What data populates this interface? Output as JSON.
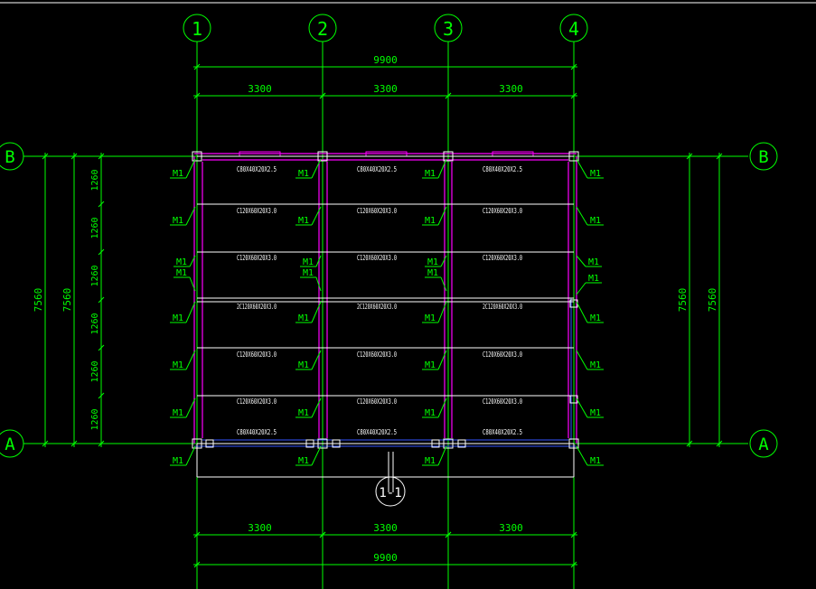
{
  "colors": {
    "background": "#000000",
    "grid": "#00ff00",
    "beam": "#ffffff",
    "outline": "#ff00ff",
    "tie": "#3355ff",
    "label": "#ffffff",
    "tag": "#00ff00",
    "topline": "#ffffff"
  },
  "axes_columns": [
    "1",
    "2",
    "3",
    "4"
  ],
  "axes_rows": [
    "B",
    "A"
  ],
  "dims": {
    "total_top": "9900",
    "spans_top": [
      "3300",
      "3300",
      "3300"
    ],
    "spans_bottom": [
      "3300",
      "3300",
      "3300"
    ],
    "total_bottom": "9900",
    "left_total_outer": "7560",
    "left_total_inner": "7560",
    "right_total_outer": "7560",
    "right_total_inner": "7560",
    "row_spans": [
      "1260",
      "1260",
      "1260",
      "1260",
      "1260",
      "1260"
    ]
  },
  "tag_label": "M1",
  "beam_labels": [
    [
      "C80X40X20X2.5",
      "C80X40X20X2.5",
      "C80X40X20X2.5"
    ],
    [
      "C120X60X20X3.0",
      "C120X60X20X3.0",
      "C120X60X20X3.0"
    ],
    [
      "C120X60X20X3.0",
      "C120X60X20X3.0",
      "C120X60X20X3.0"
    ],
    [
      "2C120X60X20X3.0",
      "2C120X60X20X3.0",
      "2C120X60X20X3.0"
    ],
    [
      "C120X60X20X3.0",
      "C120X60X20X3.0",
      "C120X60X20X3.0"
    ],
    [
      "C120X60X20X3.0",
      "C120X60X20X3.0",
      "C120X60X20X3.0"
    ],
    [
      "C80X40X20X2.5",
      "C80X40X20X2.5",
      "C80X40X20X2.5"
    ]
  ],
  "section_marker": "1-1"
}
